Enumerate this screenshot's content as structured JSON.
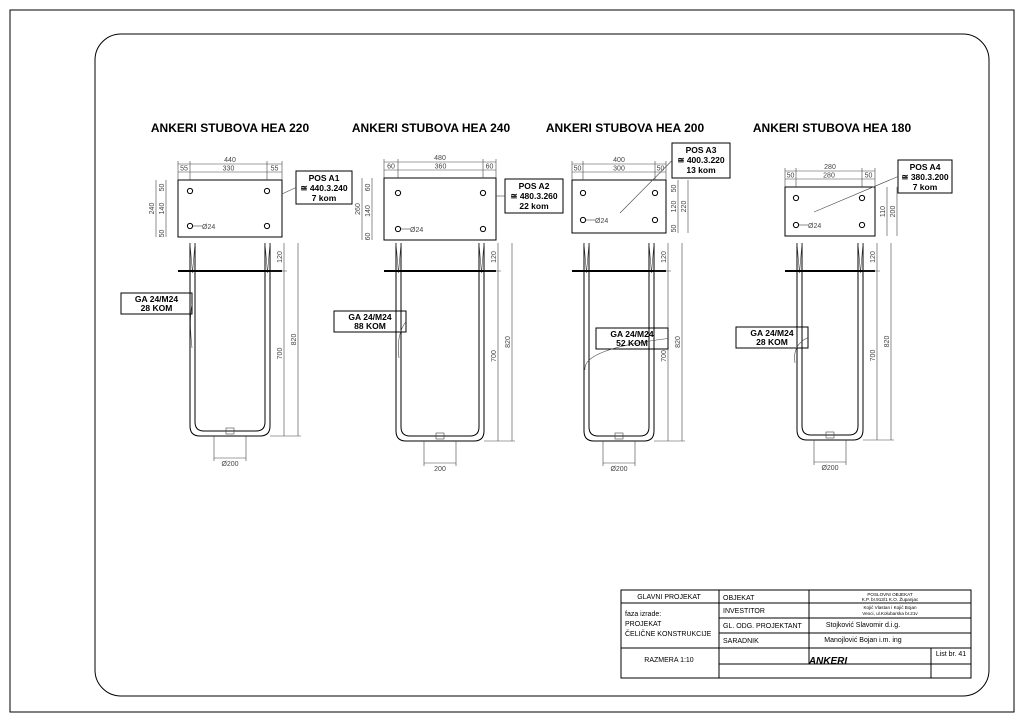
{
  "drawings": [
    {
      "title": "ANKERI STUBOVA HEA 220",
      "pos": {
        "name": "POS A1",
        "size": "≅ 440.3.240",
        "qty": "7 kom"
      },
      "anchor": {
        "name": "GA 24/M24",
        "qty": "28 KOM"
      },
      "plate_dims": {
        "width": "440",
        "edge_left": "55",
        "spacing": "330",
        "edge_right": "55",
        "height": "240",
        "edge_top": "50",
        "mid": "140",
        "edge_bottom": "50"
      },
      "hole": "Ø24",
      "anchor_dims": {
        "top": "120",
        "total": "820",
        "straight": "700",
        "base": "Ø200"
      }
    },
    {
      "title": "ANKERI STUBOVA HEA 240",
      "pos": {
        "name": "POS A2",
        "size": "≅ 480.3.260",
        "qty": "22 kom"
      },
      "anchor": {
        "name": "GA 24/M24",
        "qty": "88 KOM"
      },
      "plate_dims": {
        "width": "480",
        "edge_left": "60",
        "spacing": "360",
        "edge_right": "60",
        "height": "260",
        "edge_top": "60",
        "mid": "140",
        "edge_bottom": "60"
      },
      "hole": "Ø24",
      "anchor_dims": {
        "top": "120",
        "total": "820",
        "straight": "700",
        "base": "200"
      }
    },
    {
      "title": "ANKERI STUBOVA HEA 200",
      "pos": {
        "name": "POS A3",
        "size": "≅ 400.3.220",
        "qty": "13 kom"
      },
      "anchor": {
        "name": "GA 24/M24",
        "qty": "52 KOM"
      },
      "plate_dims": {
        "width": "400",
        "edge_left": "50",
        "spacing": "300",
        "edge_right": "50",
        "height": "220",
        "edge_top": "50",
        "mid": "120",
        "edge_bottom": "50"
      },
      "hole": "Ø24",
      "anchor_dims": {
        "top": "120",
        "total": "820",
        "straight": "700",
        "base": "Ø200"
      }
    },
    {
      "title": "ANKERI STUBOVA HEA 180",
      "pos": {
        "name": "POS A4",
        "size": "≅ 380.3.200",
        "qty": "7 kom"
      },
      "anchor": {
        "name": "GA 24/M24",
        "qty": "28 KOM"
      },
      "plate_dims": {
        "width": "280",
        "edge_left": "50",
        "spacing": "280",
        "edge_right": "50",
        "height": "200",
        "edge_top": "",
        "mid": "110",
        "edge_bottom": ""
      },
      "hole": "Ø24",
      "anchor_dims": {
        "top": "120",
        "total": "820",
        "straight": "700",
        "base": "Ø200"
      }
    }
  ],
  "title_block": {
    "main_project": "GLAVNI PROJEKAT",
    "phase_label": "faza izrade:",
    "phase_1": "PROJEKAT",
    "phase_2": "ČELIČNE KONSTRUKCIJE",
    "scale": "RAZMERA 1:10",
    "object_label": "OBJEKAT",
    "object_value_1": "POSLOVNI OBJEKAT",
    "object_value_2": "K.P. br.913/1 K.O. Županjac",
    "investor_label": "INVESTITOR",
    "investor_value_1": "Kojić Vlastan i Kojić Bojan",
    "investor_value_2": "Veoci, ul.Kolubarska br.21v",
    "chief_label": "GL. ODG. PROJEKTANT",
    "chief_value": "Stojković Slavomir d.i.g.",
    "assoc_label": "SARADNIK",
    "assoc_value": "Manojlović Bojan i.m. ing",
    "drawing_title": "ANKERI",
    "sheet": "List br. 41"
  }
}
